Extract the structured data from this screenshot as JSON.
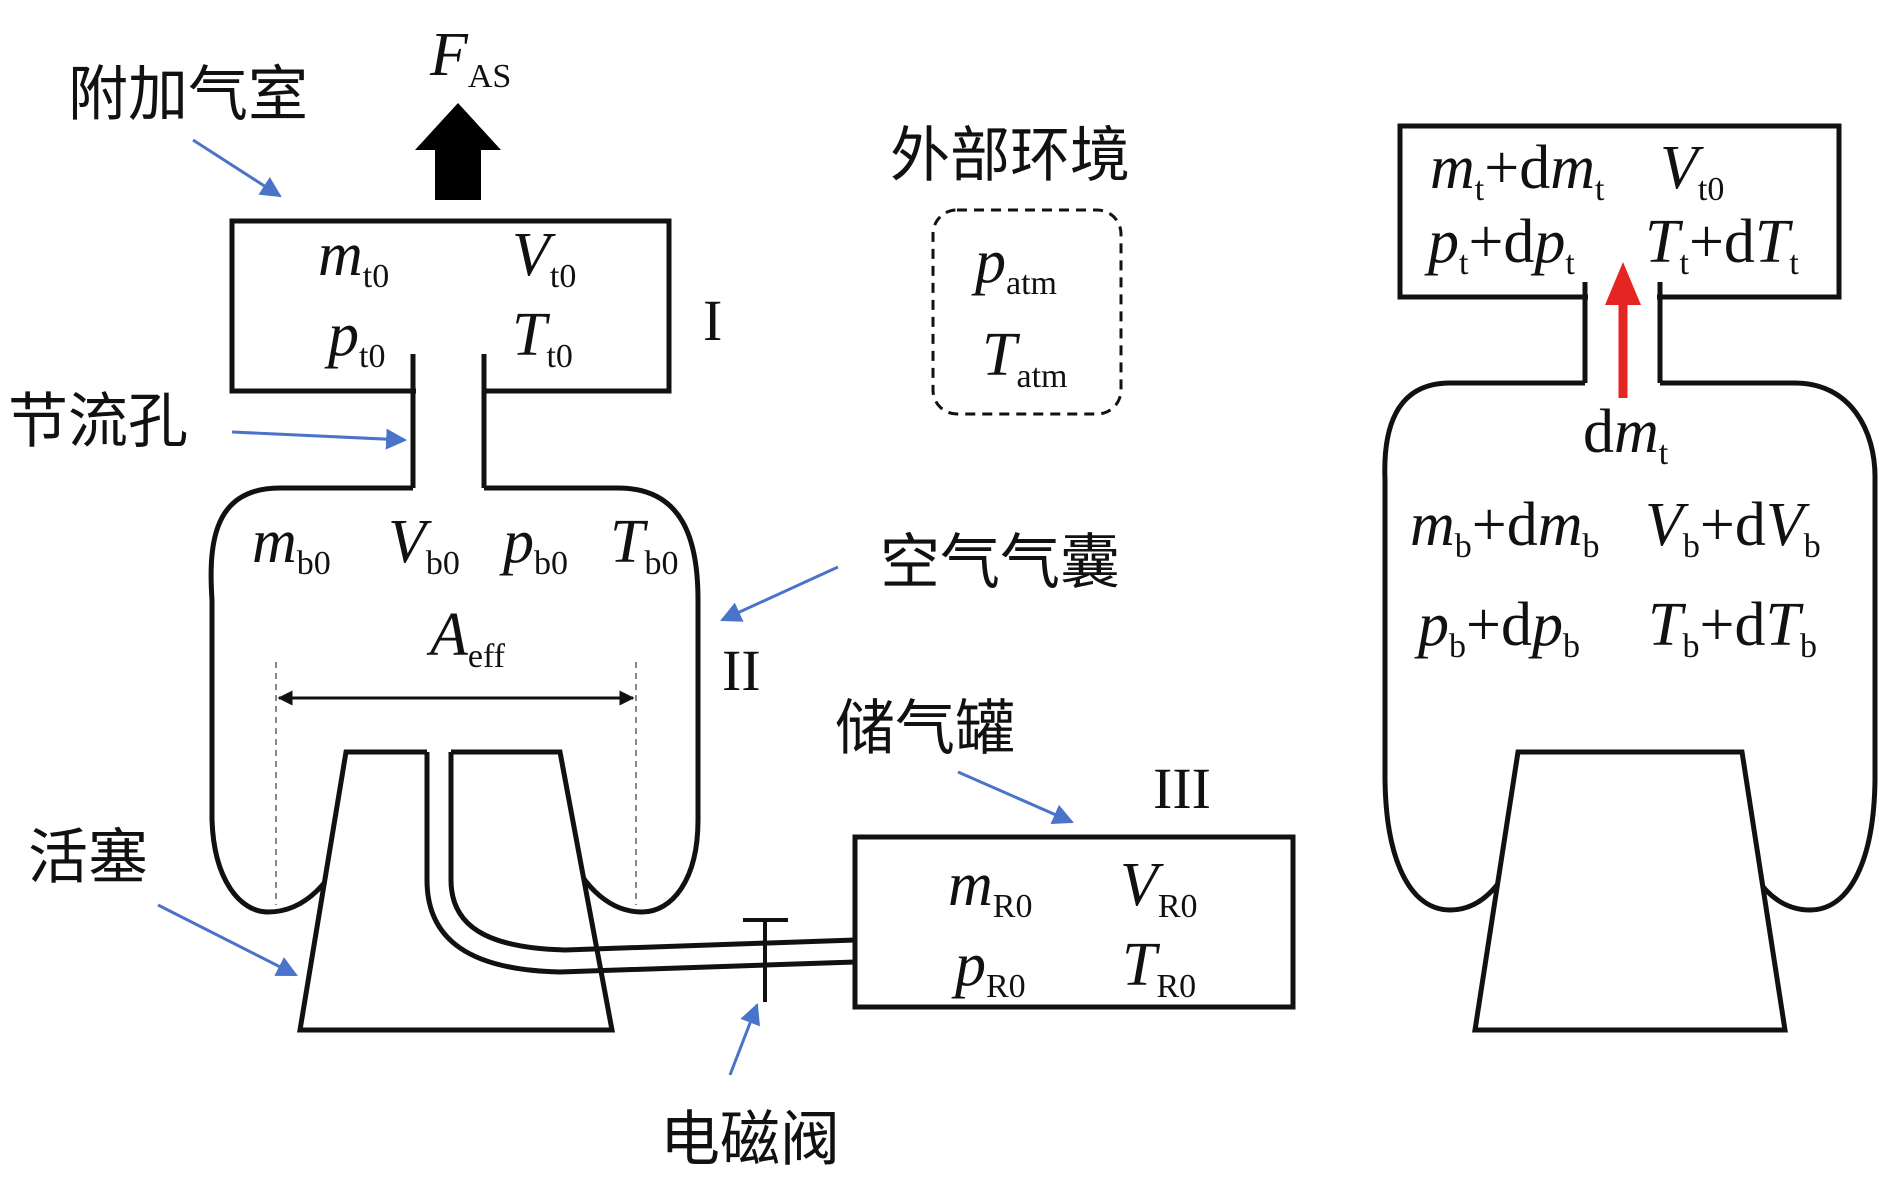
{
  "labels": {
    "extra_chamber": "附加气室",
    "orifice": "节流孔",
    "piston": "活塞",
    "air_bag": "空气气囊",
    "environment": "外部环境",
    "reservoir": "储气罐",
    "valve": "电磁阀"
  },
  "roman": {
    "I": "I",
    "II": "II",
    "III": "III"
  },
  "force": {
    "sym": "F",
    "sub": "AS"
  },
  "chamber_vars": [
    {
      "sym": "m",
      "sub": "t0"
    },
    {
      "sym": "V",
      "sub": "t0"
    },
    {
      "sym": "p",
      "sub": "t0"
    },
    {
      "sym": "T",
      "sub": "t0"
    }
  ],
  "env_vars": [
    {
      "sym": "p",
      "sub": "atm"
    },
    {
      "sym": "T",
      "sub": "atm"
    }
  ],
  "bag_vars": [
    {
      "sym": "m",
      "sub": "b0"
    },
    {
      "sym": "V",
      "sub": "b0"
    },
    {
      "sym": "p",
      "sub": "b0"
    },
    {
      "sym": "T",
      "sub": "b0"
    }
  ],
  "area": {
    "sym": "A",
    "sub": "eff"
  },
  "reservoir_vars": [
    {
      "sym": "m",
      "sub": "R0"
    },
    {
      "sym": "V",
      "sub": "R0"
    },
    {
      "sym": "p",
      "sub": "R0"
    },
    {
      "sym": "T",
      "sub": "R0"
    }
  ],
  "right": {
    "chamber_row1": [
      {
        "sym": "m",
        "sub": "t"
      },
      {
        "d": "+d"
      },
      {
        "sym": "m",
        "sub": "t"
      }
    ],
    "chamber_V": {
      "sym": "V",
      "sub": "t0"
    },
    "chamber_row2": [
      {
        "sym": "p",
        "sub": "t"
      },
      {
        "d": "+d"
      },
      {
        "sym": "p",
        "sub": "t"
      }
    ],
    "chamber_T": [
      {
        "sym": "T",
        "sub": "t"
      },
      {
        "d": "+d"
      },
      {
        "sym": "T",
        "sub": "t"
      }
    ],
    "flow": {
      "d": "d",
      "sym": "m",
      "sub": "t"
    },
    "bag_row1a": [
      {
        "sym": "m",
        "sub": "b"
      },
      {
        "d": "+d"
      },
      {
        "sym": "m",
        "sub": "b"
      }
    ],
    "bag_row1b": [
      {
        "sym": "V",
        "sub": "b"
      },
      {
        "d": "+d"
      },
      {
        "sym": "V",
        "sub": "b"
      }
    ],
    "bag_row2a": [
      {
        "sym": "p",
        "sub": "b"
      },
      {
        "d": "+d"
      },
      {
        "sym": "p",
        "sub": "b"
      }
    ],
    "bag_row2b": [
      {
        "sym": "T",
        "sub": "b"
      },
      {
        "d": "+d"
      },
      {
        "sym": "T",
        "sub": "b"
      }
    ]
  },
  "colors": {
    "line": "#111111",
    "pointer": "#4a74c9",
    "flow_arrow": "#e52521"
  }
}
